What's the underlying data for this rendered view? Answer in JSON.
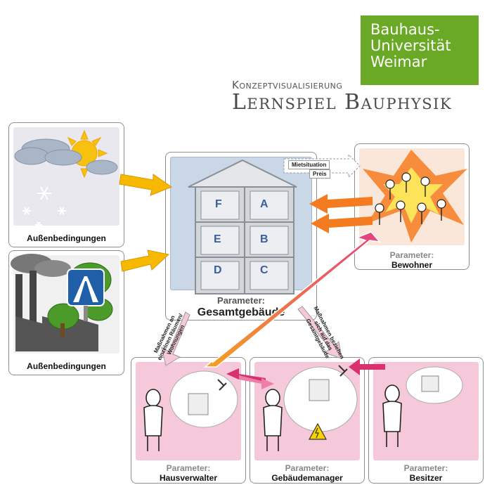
{
  "logo": {
    "line1": "Bauhaus-",
    "line2": "Universität",
    "line3": "Weimar"
  },
  "header": {
    "subtitle": "Konzeptvisualisierung",
    "title": "Lernspiel Bauphysik"
  },
  "panels": {
    "weather": {
      "caption": "Außenbedingungen"
    },
    "environment": {
      "caption": "Außenbedingungen"
    },
    "building": {
      "param_label": "Parameter:",
      "param_name": "Gesamtgebäude",
      "units": [
        "F",
        "A",
        "E",
        "B",
        "D",
        "C"
      ],
      "tags": [
        "Mietsituation",
        "Preis"
      ]
    },
    "residents": {
      "param_label": "Parameter:",
      "param_name": "Bewohner"
    },
    "hausverwalter": {
      "param_label": "Parameter:",
      "param_name": "Hausverwalter"
    },
    "gebaeudemanager": {
      "param_label": "Parameter:",
      "param_name": "Gebäudemanager"
    },
    "besitzer": {
      "param_label": "Parameter:",
      "param_name": "Besitzer"
    }
  },
  "arrow_labels": {
    "left": "Maßnahmen an einzelnen Räumen/ Wohnungen",
    "right": "Maßnahmen beziehen sich auf das Gesamtgebäude"
  },
  "icons": [
    "sun-cloud-icon",
    "snowflake-icon",
    "factory-icon",
    "highway-sign-icon",
    "tree-icon",
    "building-icon",
    "crowd-icon",
    "person-icon",
    "tools-icon",
    "warning-icon"
  ],
  "colors": {
    "logo_green": "#69a925",
    "arrow_yellow": "#f7b800",
    "arrow_orange": "#f47b20",
    "arrow_pink": "#d9306f"
  }
}
